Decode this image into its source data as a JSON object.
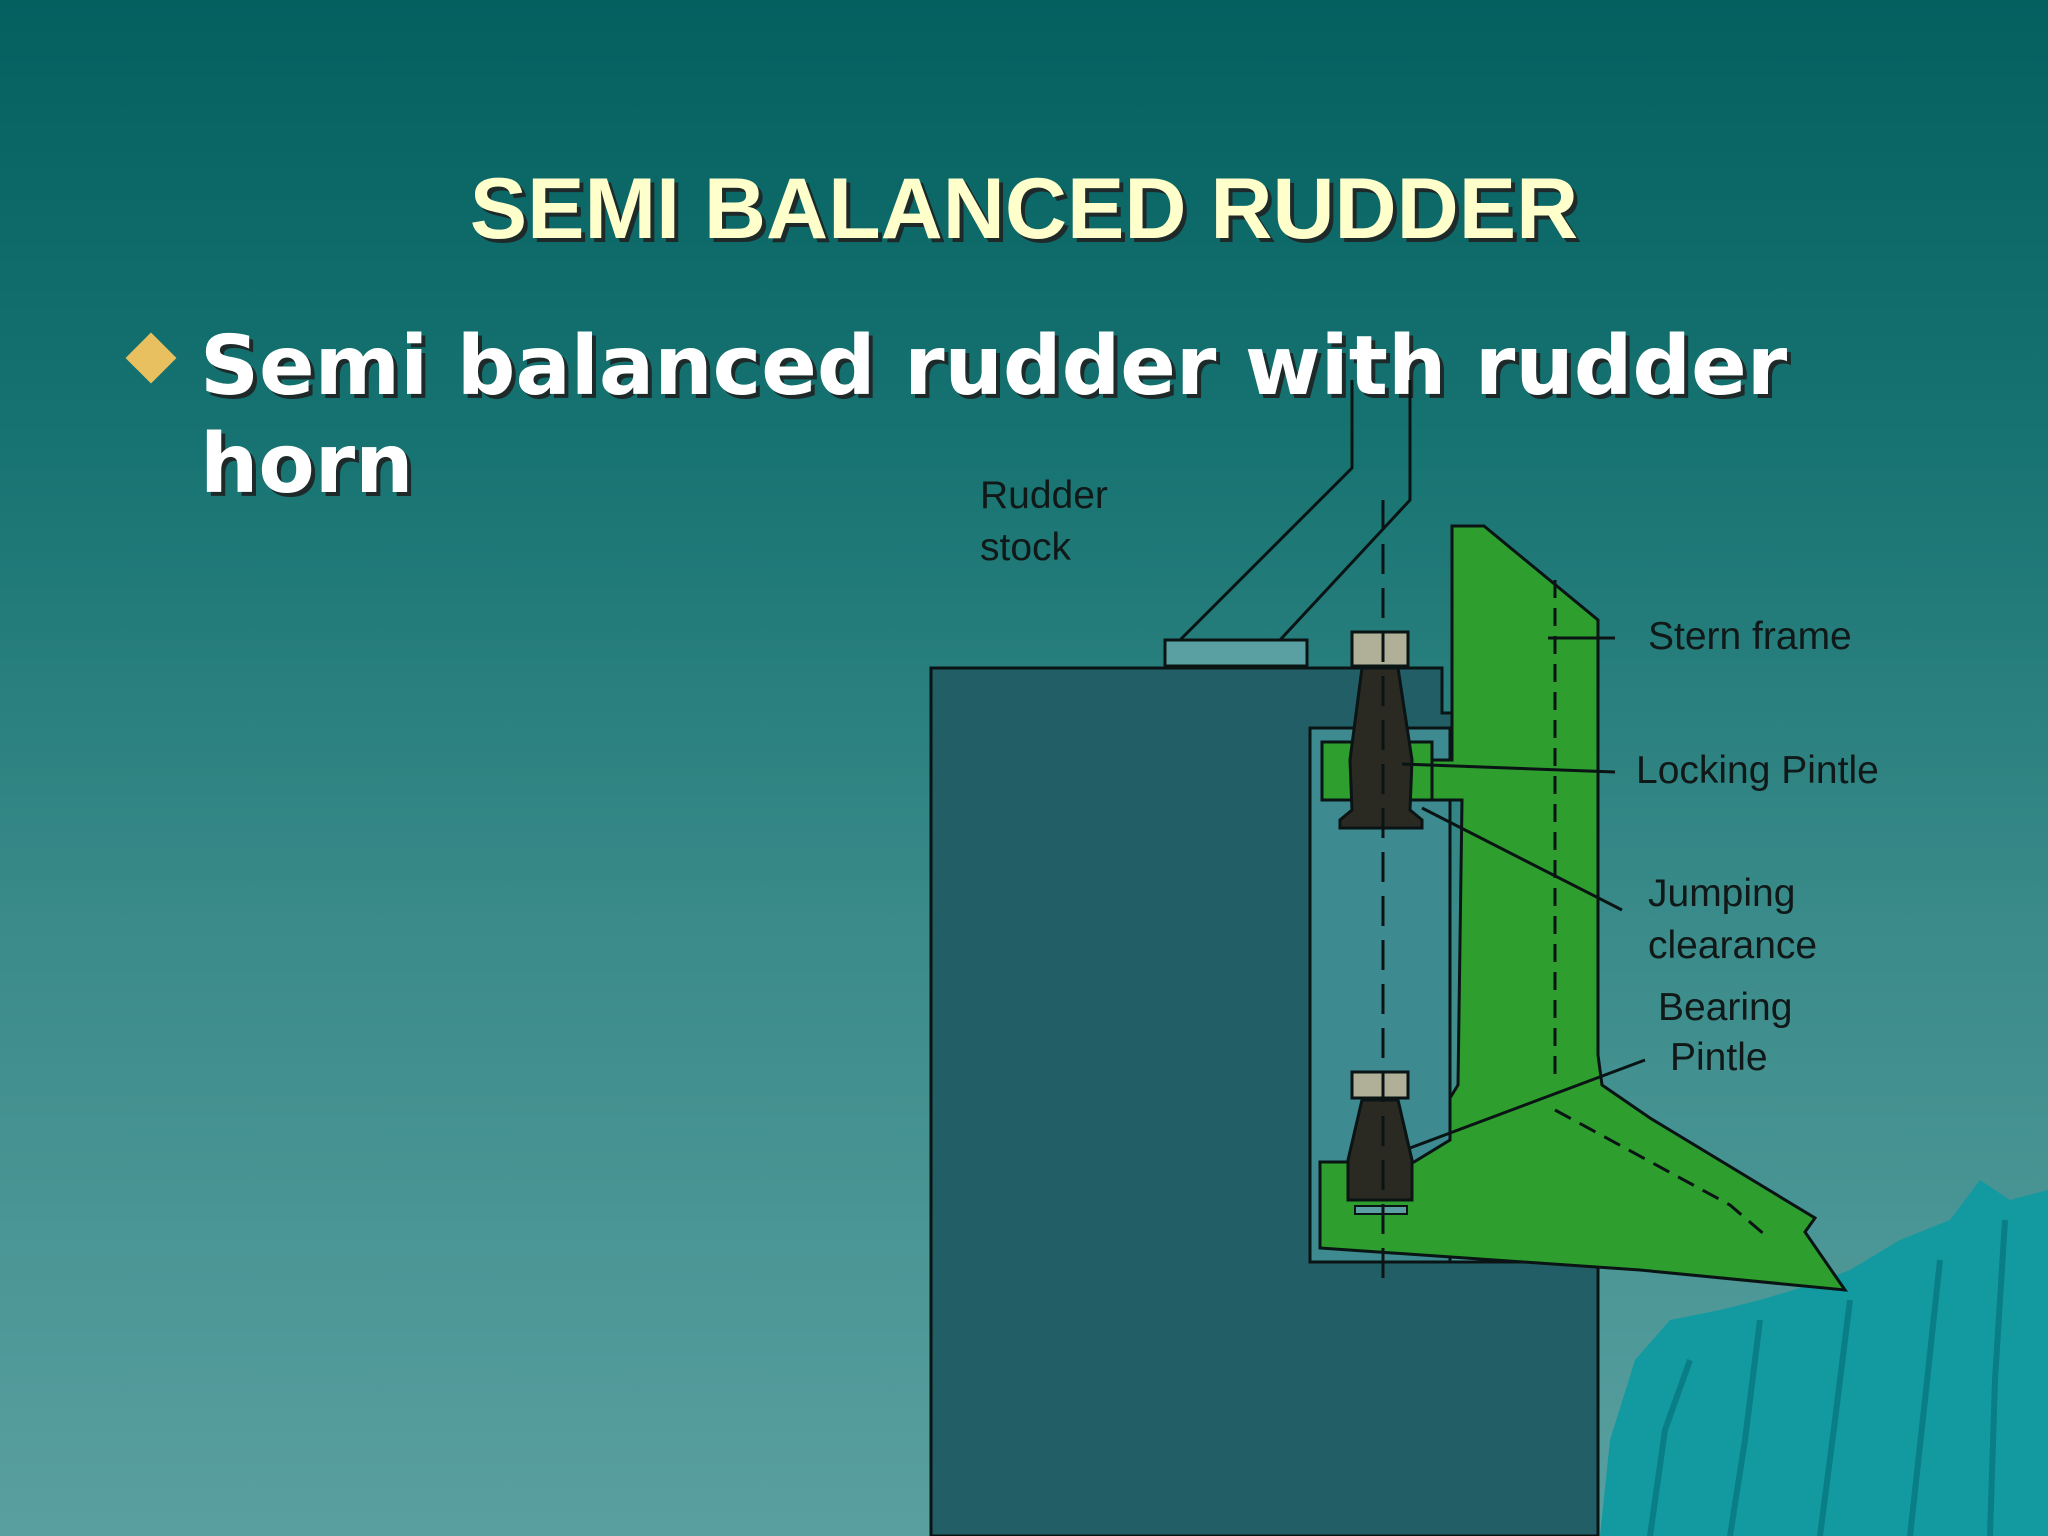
{
  "slide": {
    "title": "SEMI BALANCED RUDDER",
    "bullet": "Semi balanced rudder with rudder horn"
  },
  "diagram": {
    "labels": {
      "rudder_stock_1": "Rudder",
      "rudder_stock_2": "stock",
      "stern_frame": "Stern frame",
      "locking_pintle": "Locking Pintle",
      "jumping_clearance_1": "Jumping",
      "jumping_clearance_2": "clearance",
      "bearing_pintle_1": "Bearing",
      "bearing_pintle_2": "Pintle"
    },
    "colors": {
      "hull": "#225e66",
      "rudder": "#2e9e2e",
      "rock": "#129aa0",
      "label_text": "#101818",
      "title": "#ffffcc",
      "bullet_marker": "#e8c060"
    }
  }
}
